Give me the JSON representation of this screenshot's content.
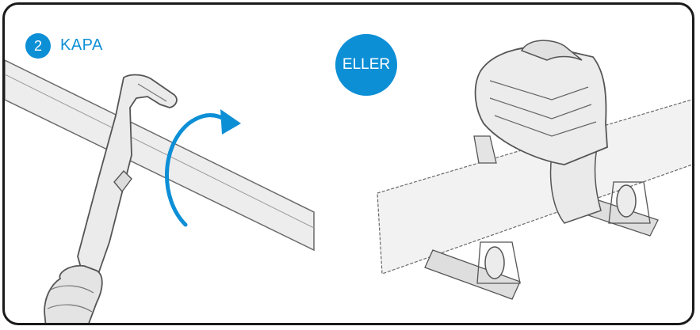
{
  "colors": {
    "accent": "#0d8fd6",
    "frame": "#1a1a1a",
    "line": "#5a5a5a",
    "fill": "#e9e9e9",
    "fill_light": "#f2f2f2"
  },
  "step": {
    "number": "2",
    "label": "KAPA"
  },
  "alternative": {
    "label": "ELLER"
  },
  "illustrations": {
    "left": {
      "icon": "rotate-arrow-icon",
      "depicts": "pipe-cutter-tool"
    },
    "right": {
      "depicts": "pipe-cutter-on-roller-stands"
    }
  }
}
